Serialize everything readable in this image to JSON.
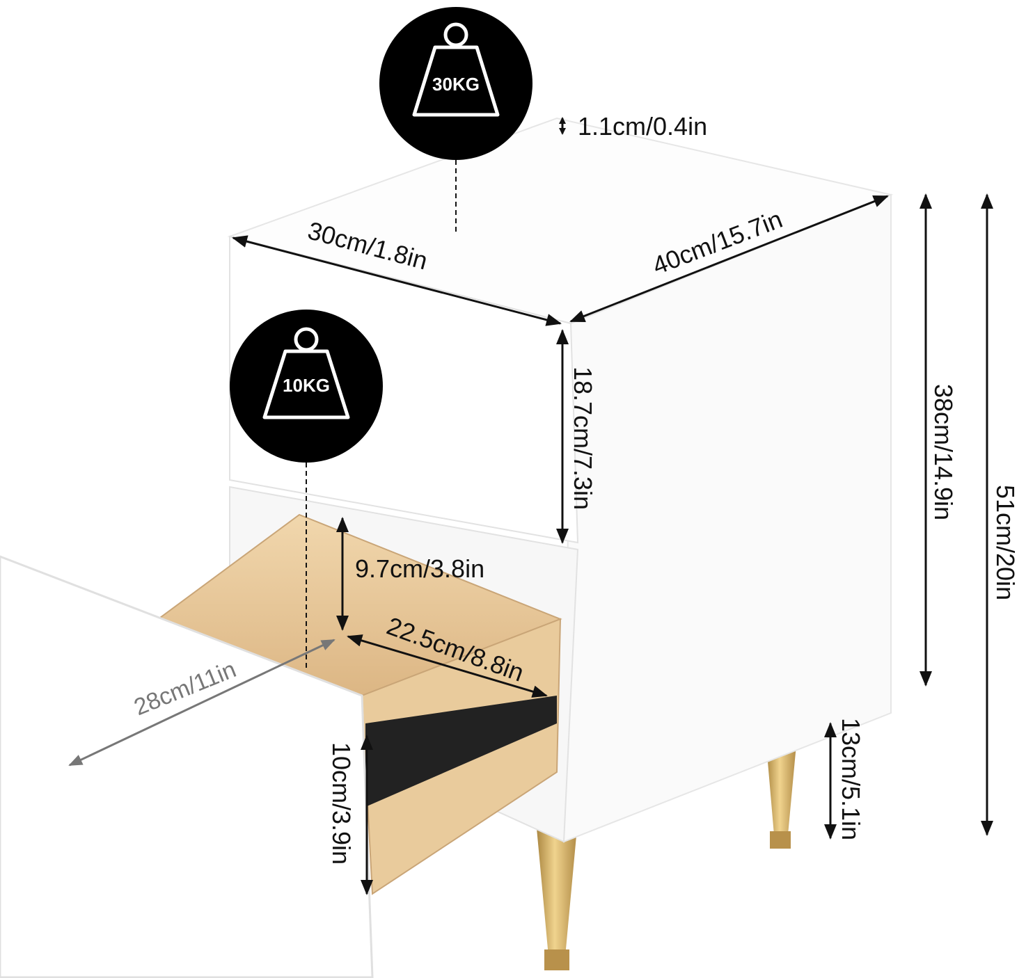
{
  "weights": {
    "top_capacity": "30KG",
    "drawer_capacity": "10KG"
  },
  "dimensions": {
    "top_thickness": "1.1cm/0.4in",
    "depth_top": "30cm/1.8in",
    "width_top": "40cm/15.7in",
    "drawer_front_height": "18.7cm/7.3in",
    "body_height": "38cm/14.9in",
    "total_height": "51cm/20in",
    "drawer_inner_height": "9.7cm/3.8in",
    "drawer_inner_width": "22.5cm/8.8in",
    "drawer_inner_depth": "28cm/11in",
    "drawer_front_lower_height": "10cm/3.9in",
    "leg_height": "13cm/5.1in"
  },
  "colors": {
    "body": "#ffffff",
    "outline": "#e4e4e4",
    "wood": "#e8c99a",
    "gold": "#c9a45a",
    "arrow": "#111111",
    "gray_arrow": "#777777"
  }
}
